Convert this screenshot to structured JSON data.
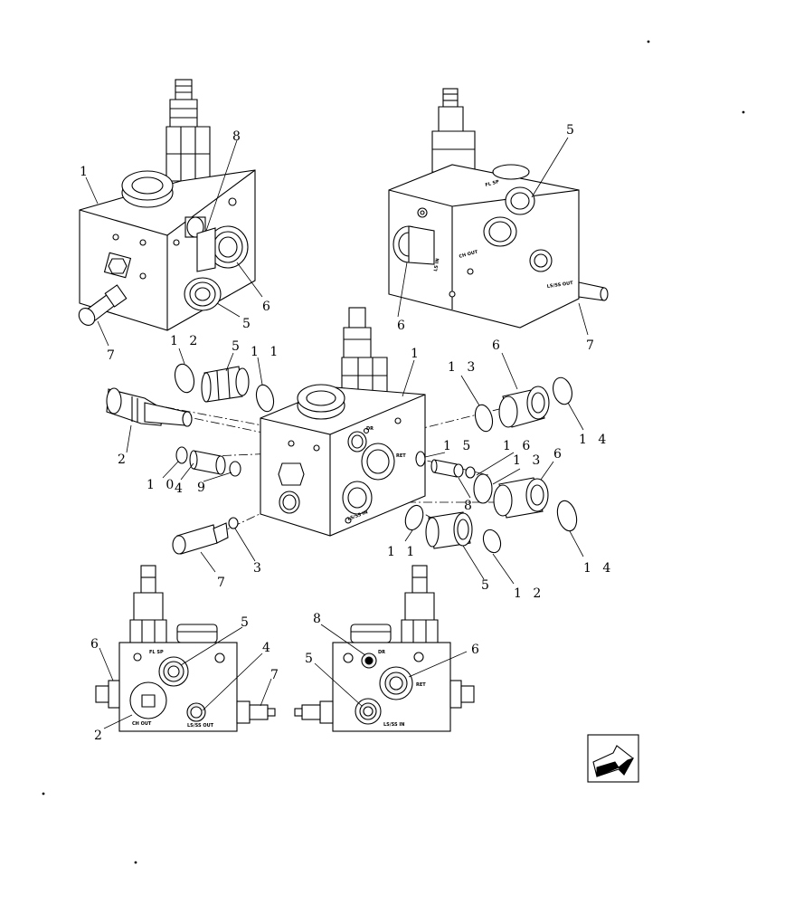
{
  "diagram": {
    "callouts": {
      "v1_1": "1",
      "v1_8": "8",
      "v1_6": "6",
      "v1_5": "5",
      "v1_7": "7",
      "v2_5": "5",
      "v2_6": "6",
      "v2_7": "7",
      "c_12a": "1 2",
      "c_5a": "5",
      "c_11a": "1 1",
      "c_1": "1",
      "c_13a": "1 3",
      "c_6a": "6",
      "c_14a": "1 4",
      "c_2": "2",
      "c_10": "1 0",
      "c_4": "4",
      "c_9": "9",
      "c_15": "1 5",
      "c_16": "1 6",
      "c_13b": "1 3",
      "c_6b": "6",
      "c_8": "8",
      "c_14b": "1 4",
      "c_11b": "1 1",
      "c_5b": "5",
      "c_12b": "1 2",
      "c_7": "7",
      "c_3": "3",
      "b1_5": "5",
      "b1_6": "6",
      "b1_4": "4",
      "b1_7": "7",
      "b1_2": "2",
      "b2_8": "8",
      "b2_5": "5",
      "b2_6": "6"
    },
    "port_labels": {
      "v2_flsp": "FL SP",
      "v2_chout": "CH OUT",
      "v2_lsin": "LS IN",
      "v2_lsout": "LS/SS OUT",
      "c_lsin": "LS/SS IN",
      "c_dr": "DR",
      "c_ret": "RET",
      "b1_flsp": "FL SP",
      "b1_chout": "CH OUT",
      "b1_lsout": "LS/SS OUT",
      "b2_dr": "DR",
      "b2_ret": "RET",
      "b2_lsin": "LS/SS IN"
    },
    "nav_icon": "page-arrow-icon"
  }
}
